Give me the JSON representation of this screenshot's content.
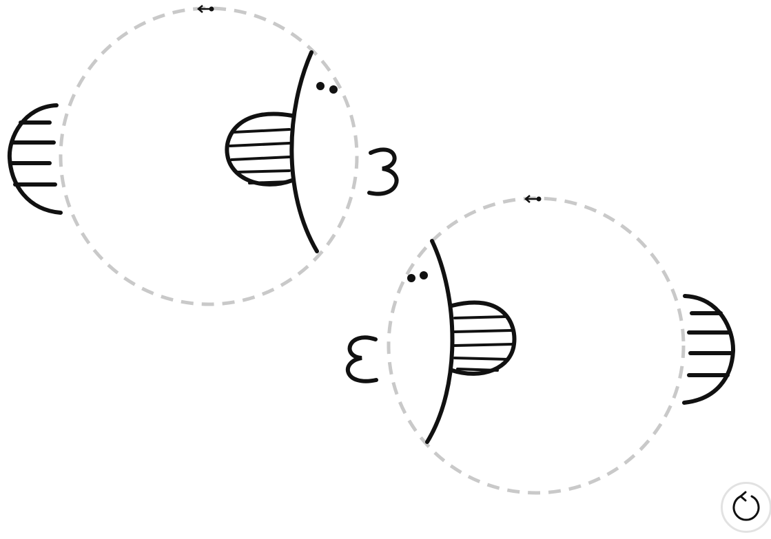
{
  "puzzle": {
    "pieces": [
      {
        "id": "fish-left",
        "facing": "right",
        "rotation_handle_icon": "rotate-arrow-icon"
      },
      {
        "id": "fish-right",
        "facing": "left",
        "rotation_handle_icon": "rotate-arrow-icon"
      }
    ],
    "outline_color": "#c9c9c9",
    "stroke_color": "#111111"
  },
  "controls": {
    "reset_icon": "reset-icon"
  }
}
